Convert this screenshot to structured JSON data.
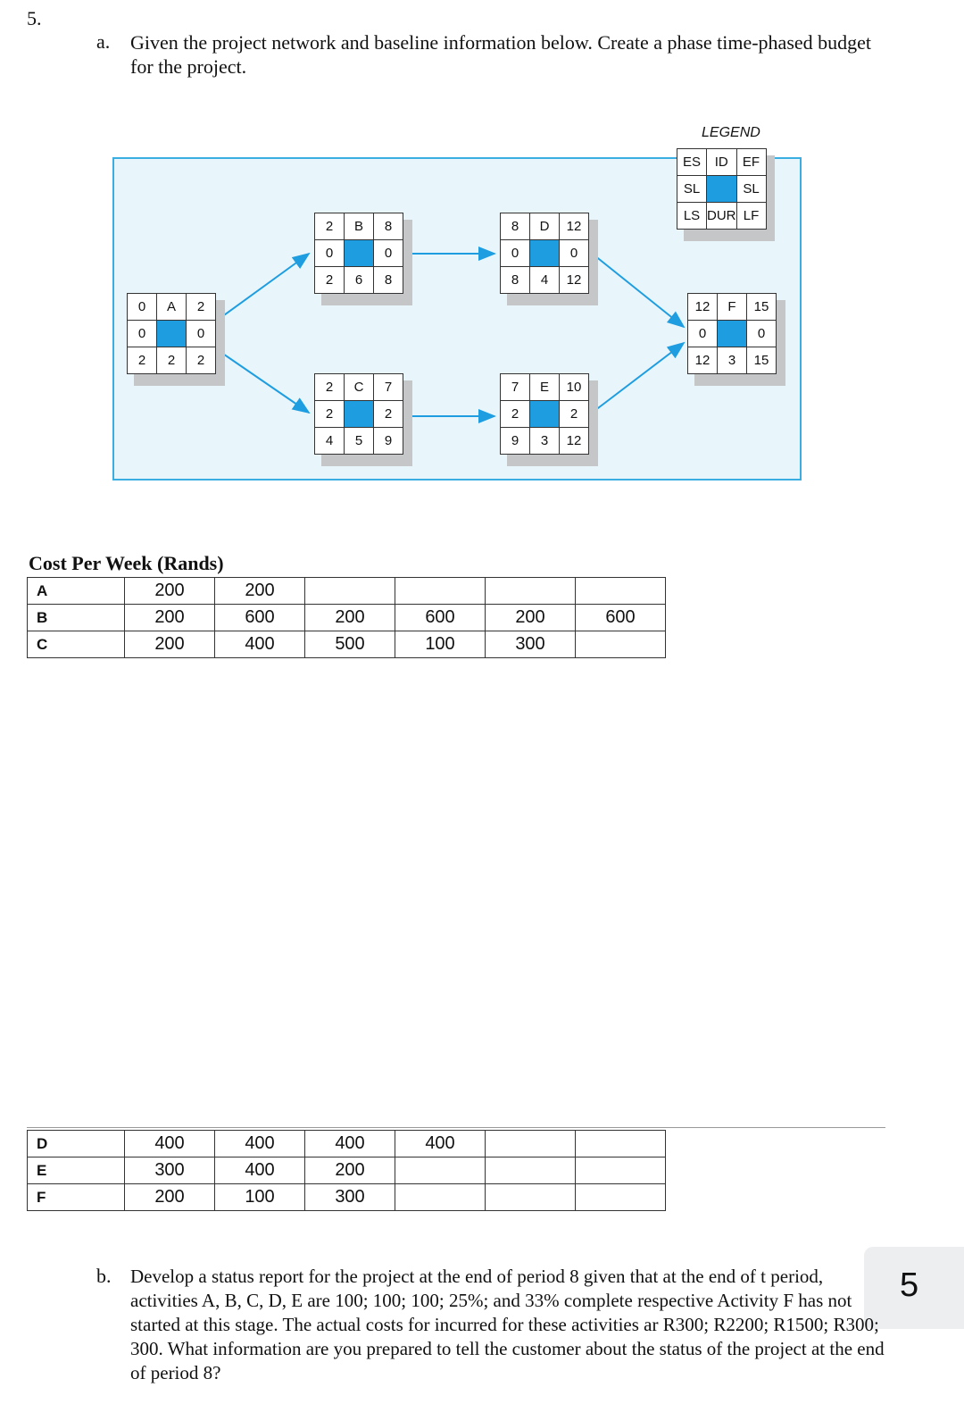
{
  "question_number": "5.",
  "part_a": {
    "label": "a.",
    "text": "Given the project network and baseline information below. Create a phase time-phased budget for the project."
  },
  "legend": {
    "title": "LEGEND",
    "cells": [
      "ES",
      "ID",
      "EF",
      "SL",
      "",
      "SL",
      "LS",
      "DUR",
      "LF"
    ]
  },
  "nodes": {
    "A": [
      "0",
      "A",
      "2",
      "0",
      "",
      "0",
      "2",
      "2",
      "2"
    ],
    "B": [
      "2",
      "B",
      "8",
      "0",
      "",
      "0",
      "2",
      "6",
      "8"
    ],
    "C": [
      "2",
      "C",
      "7",
      "2",
      "",
      "2",
      "4",
      "5",
      "9"
    ],
    "D": [
      "8",
      "D",
      "12",
      "0",
      "",
      "0",
      "8",
      "4",
      "12"
    ],
    "E": [
      "7",
      "E",
      "10",
      "2",
      "",
      "2",
      "9",
      "3",
      "12"
    ],
    "F": [
      "12",
      "F",
      "15",
      "0",
      "",
      "0",
      "12",
      "3",
      "15"
    ]
  },
  "colors": {
    "network_bg": "#e8f6fc",
    "network_border": "#3aaee0",
    "node_fill": "#1e9de0",
    "arrow": "#1e9de0"
  },
  "cost_table_title": "Cost Per Week (Rands)",
  "cost_table_top": [
    {
      "activity": "A",
      "cells": [
        "200",
        "200",
        "",
        "",
        "",
        "",
        ""
      ]
    },
    {
      "activity": "B",
      "cells": [
        "200",
        "600",
        "200",
        "600",
        "200",
        "600"
      ]
    },
    {
      "activity": "C",
      "cells": [
        "200",
        "400",
        "500",
        "100",
        "300",
        ""
      ]
    }
  ],
  "cost_table_bottom": [
    {
      "activity": "D",
      "cells": [
        "400",
        "400",
        "400",
        "400",
        "",
        ""
      ]
    },
    {
      "activity": "E",
      "cells": [
        "300",
        "400",
        "200",
        "",
        "",
        ""
      ]
    },
    {
      "activity": "F",
      "cells": [
        "200",
        "100",
        "300",
        "",
        "",
        ""
      ]
    }
  ],
  "part_b": {
    "label": "b.",
    "text": "Develop a status report for the project at the end of period 8 given that at the end of t period, activities A, B, C, D, E are 100; 100; 100; 25%; and 33% complete respective Activity F has not started at this stage. The actual costs for incurred for these activities ar R300; R2200; R1500; R300; 300. What information are you prepared to tell the customer about the status of the project at the end of period 8?"
  },
  "side_number": "5"
}
